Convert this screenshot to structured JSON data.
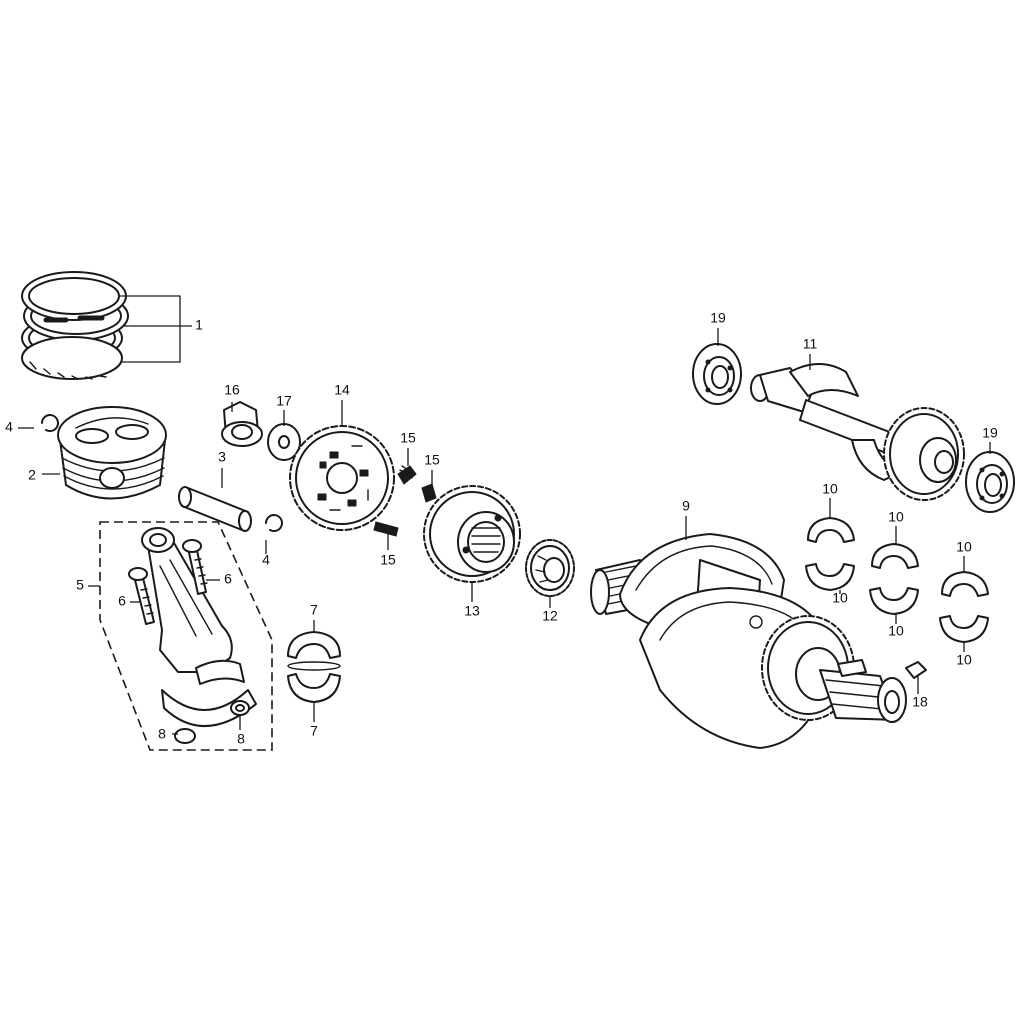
{
  "diagram": {
    "colors": {
      "line": "#1a1a1a",
      "background": "#ffffff"
    },
    "parts": [
      {
        "id": "piston-ring-set",
        "number": "1"
      },
      {
        "id": "piston",
        "number": "2"
      },
      {
        "id": "piston-pin",
        "number": "3"
      },
      {
        "id": "piston-pin-clip",
        "number": "4"
      },
      {
        "id": "connecting-rod-assembly",
        "number": "5"
      },
      {
        "id": "connecting-rod-bolt",
        "number": "6"
      },
      {
        "id": "connecting-rod-bearing",
        "number": "7"
      },
      {
        "id": "connecting-rod-nut",
        "number": "8"
      },
      {
        "id": "crankshaft",
        "number": "9"
      },
      {
        "id": "main-journal-bearing",
        "number": "10"
      },
      {
        "id": "balancer-shaft",
        "number": "11"
      },
      {
        "id": "drive-gear",
        "number": "12"
      },
      {
        "id": "balancer-drive-gear",
        "number": "13"
      },
      {
        "id": "cam-chain-sprocket",
        "number": "14"
      },
      {
        "id": "damper-spring",
        "number": "15"
      },
      {
        "id": "flange-nut",
        "number": "16"
      },
      {
        "id": "washer",
        "number": "17"
      },
      {
        "id": "woodruff-key",
        "number": "18"
      },
      {
        "id": "radial-ball-bearing",
        "number": "19"
      }
    ]
  }
}
